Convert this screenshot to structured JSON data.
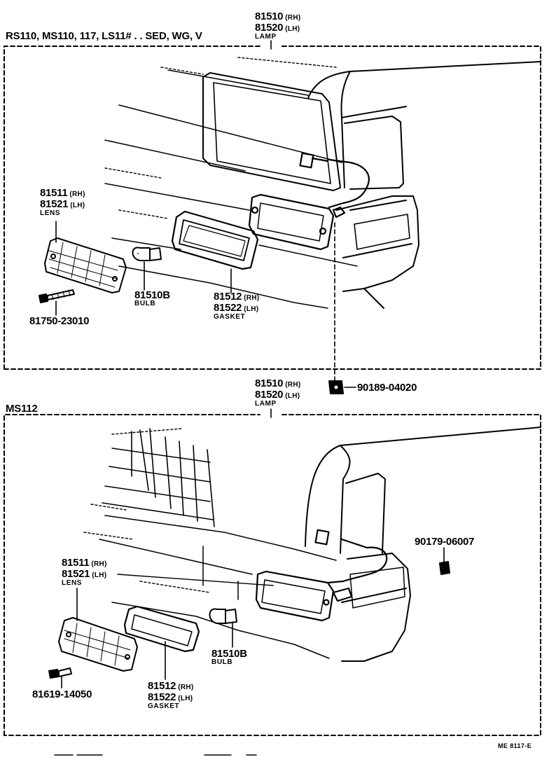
{
  "sections": {
    "top": {
      "title": "RS110, MS110, 117, LS11# . . SED, WG, V"
    },
    "bottom": {
      "title": "MS112"
    }
  },
  "parts": {
    "top_lamp": {
      "rh": "81510",
      "rh_sfx": "(RH)",
      "lh": "81520",
      "lh_sfx": "(LH)",
      "name": "LAMP"
    },
    "top_lens": {
      "rh": "81511",
      "rh_sfx": "(RH)",
      "lh": "81521",
      "lh_sfx": "(LH)",
      "name": "LENS"
    },
    "top_bulb": {
      "num": "81510B",
      "name": "BULB"
    },
    "top_gasket": {
      "rh": "81512",
      "rh_sfx": "(RH)",
      "lh": "81522",
      "lh_sfx": "(LH)",
      "name": "GASKET"
    },
    "top_screw": {
      "num": "81750-23010"
    },
    "nut": {
      "num": "90189-04020"
    },
    "bottom_lamp": {
      "rh": "81510",
      "rh_sfx": "(RH)",
      "lh": "81520",
      "lh_sfx": "(LH)",
      "name": "LAMP"
    },
    "bottom_nut": {
      "num": "90179-06007"
    },
    "bottom_lens": {
      "rh": "81511",
      "rh_sfx": "(RH)",
      "lh": "81521",
      "lh_sfx": "(LH)",
      "name": "LENS"
    },
    "bottom_bulb": {
      "num": "81510B",
      "name": "BULB"
    },
    "bottom_gasket": {
      "rh": "81512",
      "rh_sfx": "(RH)",
      "lh": "81522",
      "lh_sfx": "(LH)",
      "name": "GASKET"
    },
    "bottom_screw": {
      "num": "81619-14050"
    }
  },
  "figure_ref": "ME 8117-E"
}
